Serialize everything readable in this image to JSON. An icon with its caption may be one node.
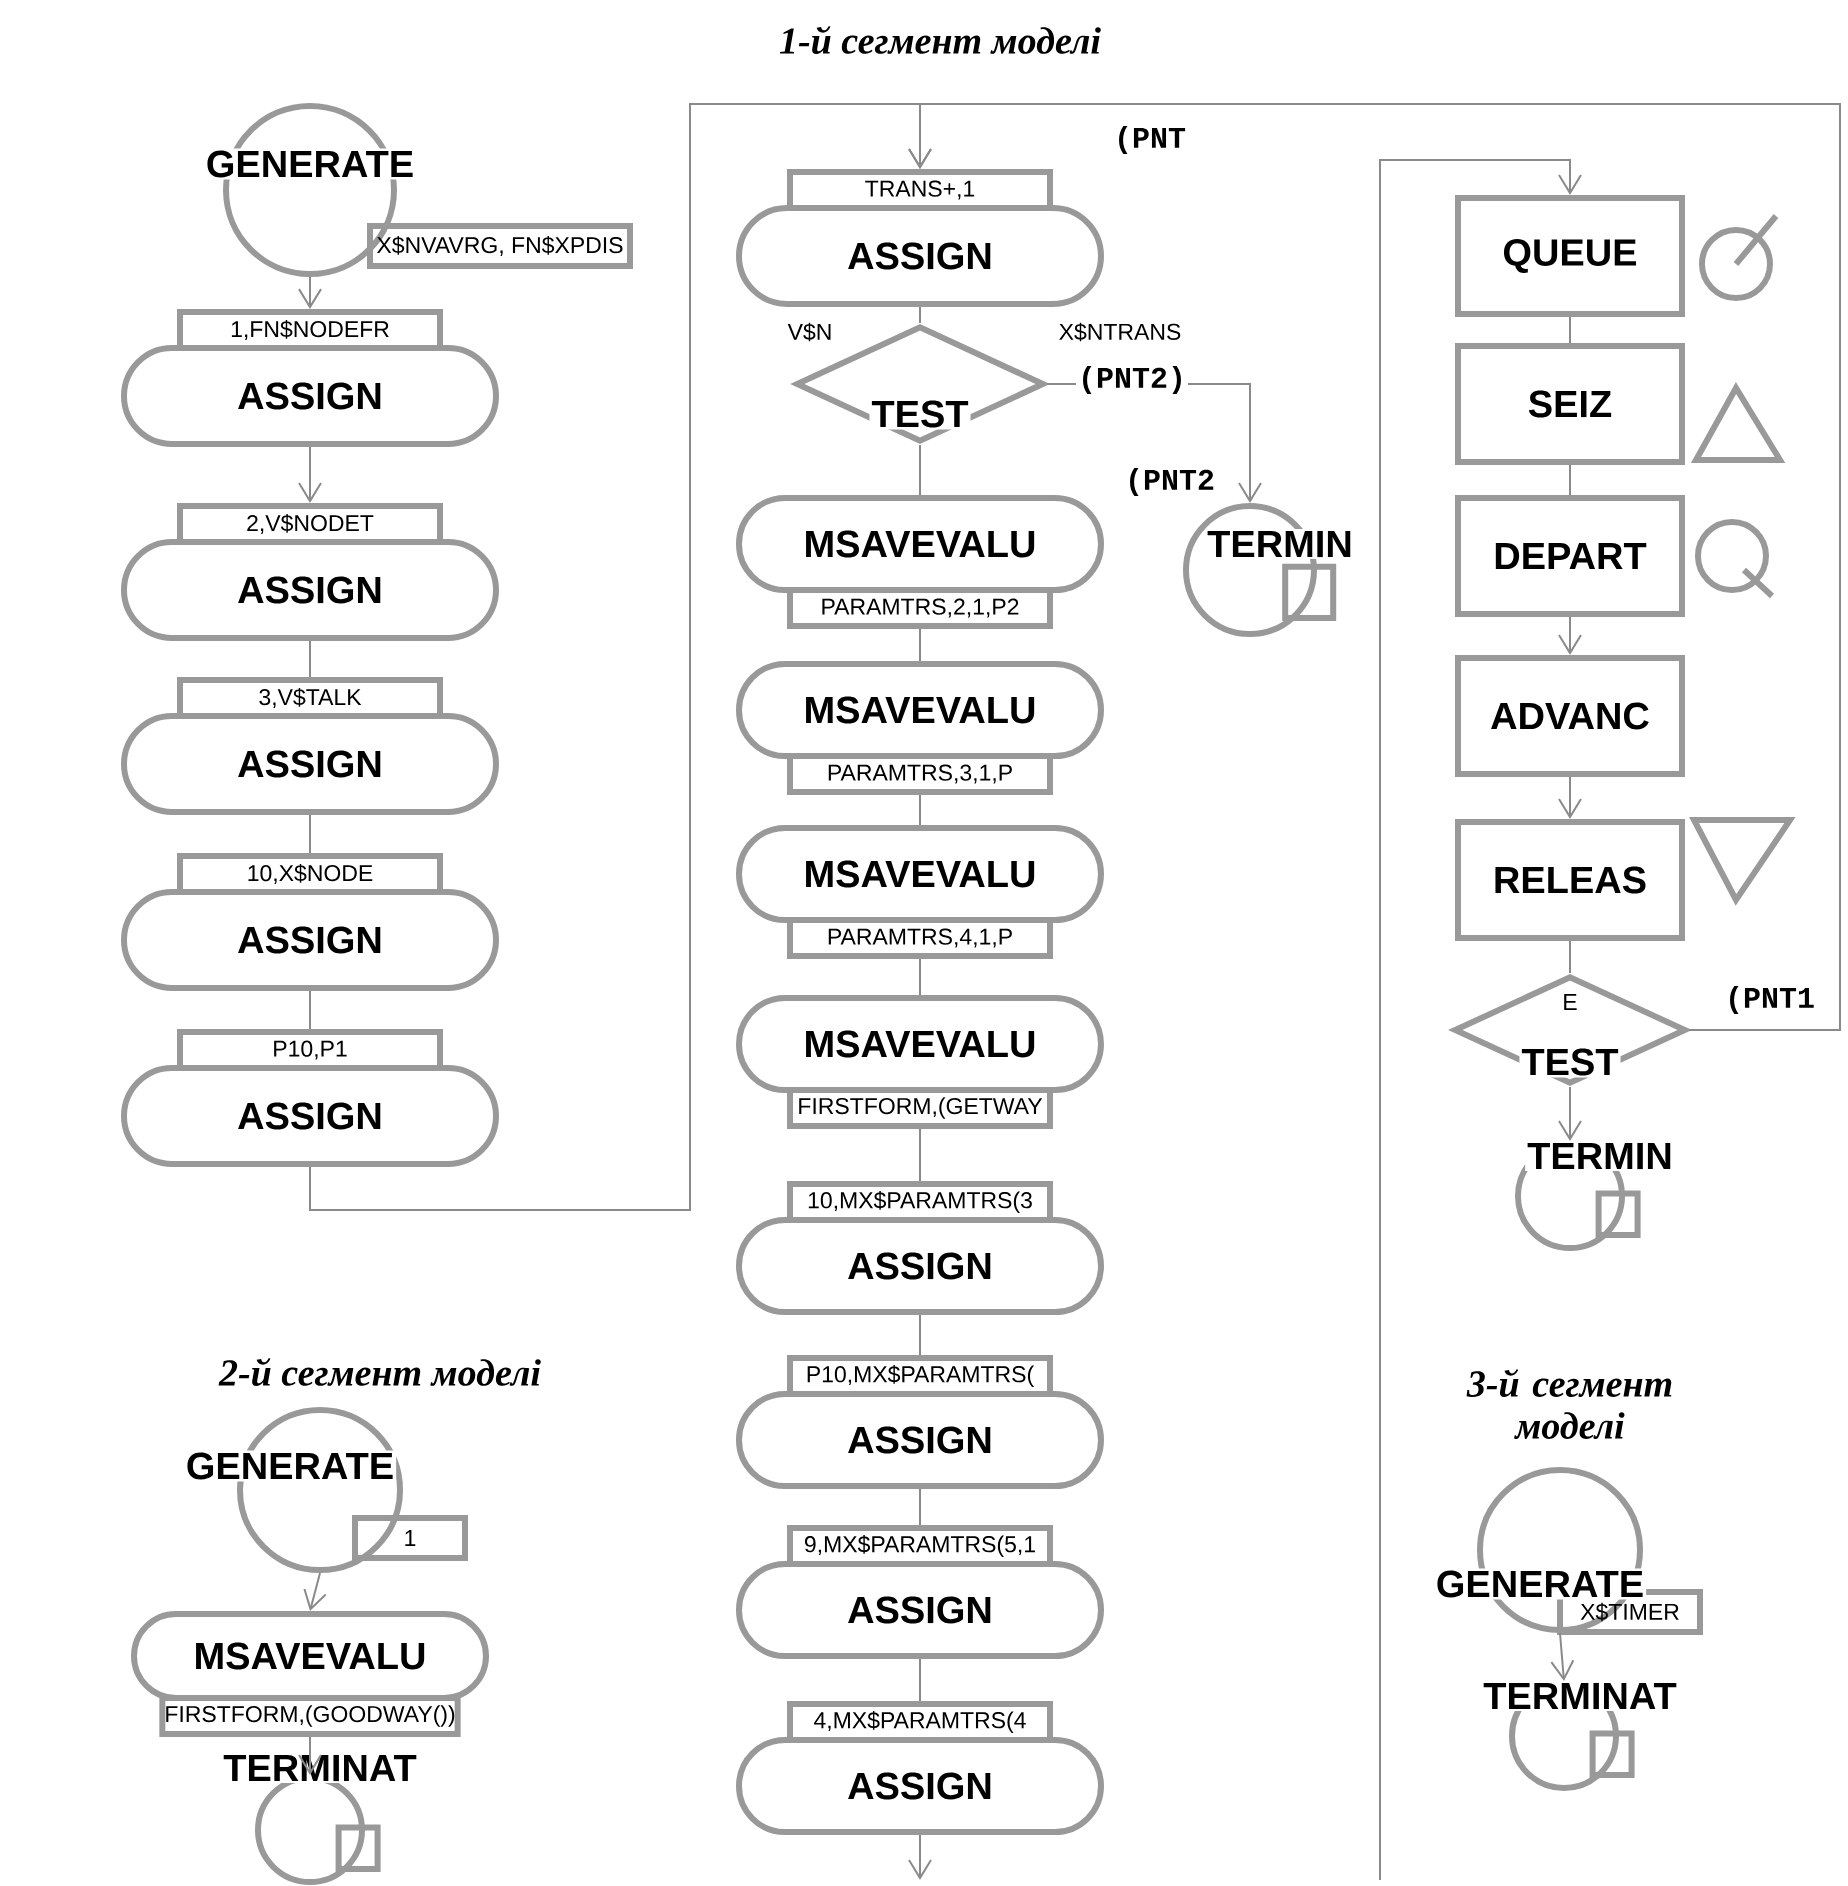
{
  "diagram": {
    "nodes": [
      {
        "text": [
          "GENERATE",
          "X$NVAVRG, FN$XPDIS"
        ]
      },
      {
        "text": [
          "1,FN$NODEFR",
          "ASSIGN"
        ]
      },
      {
        "text": [
          "2,V$NODET",
          "ASSIGN"
        ]
      },
      {
        "text": [
          "3,V$TALK",
          "ASSIGN"
        ]
      },
      {
        "text": [
          "10,X$NODE",
          "ASSIGN"
        ]
      },
      {
        "text": [
          "P10,P1",
          "ASSIGN"
        ]
      },
      {
        "text": [
          "TRANS+,1",
          "ASSIGN"
        ]
      },
      {
        "text": [
          "V$N",
          "X$NTRANS",
          "TEST"
        ]
      },
      {
        "text": [
          "MSAVEVALU",
          "PARAMTRS,2,1,P2"
        ]
      },
      {
        "text": [
          "TERMIN"
        ],
        "beside": [
          "(PNT2"
        ]
      },
      {
        "text": [
          "MSAVEVALU",
          "PARAMTRS,3,1,P"
        ]
      },
      {
        "text": [
          "MSAVEVALU",
          "PARAMTRS,4,1,P"
        ]
      },
      {
        "text": [
          "MSAVEVALU",
          "FIRSTFORM,(GETWAY"
        ]
      },
      {
        "text": [
          "10,MX$PARAMTRS(3",
          "ASSIGN"
        ]
      },
      {
        "text": [
          "P10,MX$PARAMTRS(",
          "ASSIGN"
        ]
      },
      {
        "text": [
          "9,MX$PARAMTRS(5,1",
          "ASSIGN"
        ]
      },
      {
        "text": [
          "4,MX$PARAMTRS(4",
          "ASSIGN"
        ]
      },
      {
        "text": [
          "QUEUE"
        ]
      },
      {
        "text": [
          "SEIZ"
        ]
      },
      {
        "text": [
          "DEPART"
        ]
      },
      {
        "text": [
          "ADVANC"
        ]
      },
      {
        "text": [
          "RELEAS"
        ]
      },
      {
        "text": [
          "E",
          "TEST"
        ]
      },
      {
        "text": [
          "TERMIN"
        ]
      },
      {
        "text": [
          "GENERATE",
          "1"
        ]
      },
      {
        "text": [
          "MSAVEVALU",
          "FIRSTFORM,(GOODWAY())"
        ]
      },
      {
        "text": [
          "TERMINAT"
        ]
      },
      {
        "text": [
          "GENERATE",
          "X$TIMER"
        ]
      },
      {
        "text": [
          "TERMINAT"
        ]
      }
    ],
    "edges": [
      {
        "from": 0,
        "to": 1,
        "arrow": "to"
      },
      {
        "from": 1,
        "to": 2,
        "arrow": "to"
      },
      {
        "from": 2,
        "to": 3,
        "arrow": "none"
      },
      {
        "from": 3,
        "to": 4,
        "arrow": "none"
      },
      {
        "from": 4,
        "to": 5,
        "arrow": "none"
      },
      {
        "from": 5,
        "to": 6,
        "arrow": "to"
      },
      {
        "from": 6,
        "to": 7,
        "arrow": "none"
      },
      {
        "from": 7,
        "to": 9,
        "arrow": "to",
        "label": "(PNT2)"
      },
      {
        "from": 7,
        "to": 8,
        "arrow": "none"
      },
      {
        "from": 8,
        "to": 10,
        "arrow": "none"
      },
      {
        "from": 10,
        "to": 11,
        "arrow": "none"
      },
      {
        "from": 11,
        "to": 12,
        "arrow": "none"
      },
      {
        "from": 12,
        "to": 13,
        "arrow": "none"
      },
      {
        "from": 13,
        "to": 14,
        "arrow": "none"
      },
      {
        "from": 14,
        "to": 15,
        "arrow": "none"
      },
      {
        "from": 15,
        "to": 16,
        "arrow": "none"
      },
      {
        "from": 16,
        "to": null,
        "arrow": "to"
      },
      {
        "from": null,
        "to": 17,
        "arrow": "to"
      },
      {
        "from": 17,
        "to": 18,
        "arrow": "none"
      },
      {
        "from": 18,
        "to": 19,
        "arrow": "none"
      },
      {
        "from": 19,
        "to": 20,
        "arrow": "to"
      },
      {
        "from": 20,
        "to": 21,
        "arrow": "to"
      },
      {
        "from": 21,
        "to": 22,
        "arrow": "none"
      },
      {
        "from": 22,
        "to": 23,
        "arrow": "to"
      },
      {
        "from": 22,
        "to": 6,
        "arrow": "to",
        "label": "(PNT1"
      },
      {
        "from": 24,
        "to": 25,
        "arrow": "to"
      },
      {
        "from": 25,
        "to": 26,
        "arrow": "to"
      },
      {
        "from": 27,
        "to": 28,
        "arrow": "to"
      }
    ],
    "labels": [
      "1-й сегмент моделі",
      "(PNT",
      "2-й сегмент моделі",
      "3-й сегмент моделі"
    ]
  }
}
